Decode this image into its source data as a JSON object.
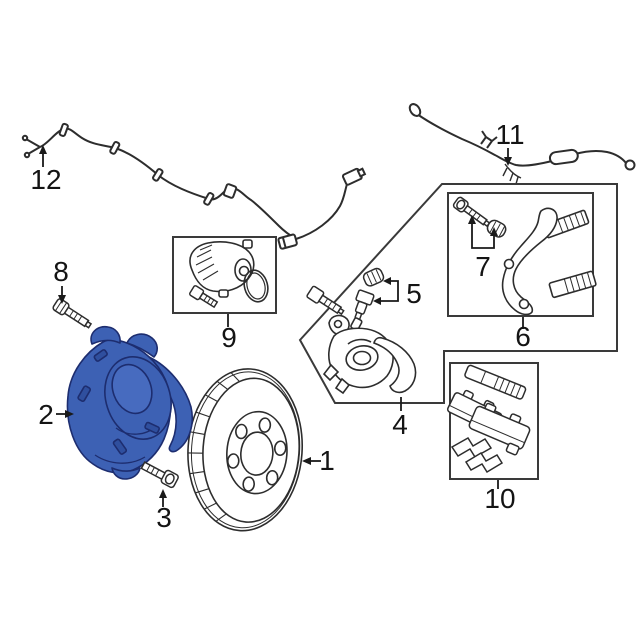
{
  "diagram": {
    "type": "exploded-brake-parts-diagram",
    "background_color": "#ffffff",
    "line_color": "#2d2d2d",
    "outline_color": "#3a3a3a",
    "label_color": "#141414",
    "highlight": {
      "fill": "#3d61b4",
      "stroke": "#1d2d6f",
      "light": "#476bbf",
      "dark": "#2f4f9e"
    },
    "highlighted_callout": "2",
    "callouts": [
      {
        "number": "1"
      },
      {
        "number": "2"
      },
      {
        "number": "3"
      },
      {
        "number": "4"
      },
      {
        "number": "5"
      },
      {
        "number": "6"
      },
      {
        "number": "7"
      },
      {
        "number": "8"
      },
      {
        "number": "9"
      },
      {
        "number": "10"
      },
      {
        "number": "11"
      },
      {
        "number": "12"
      }
    ]
  }
}
